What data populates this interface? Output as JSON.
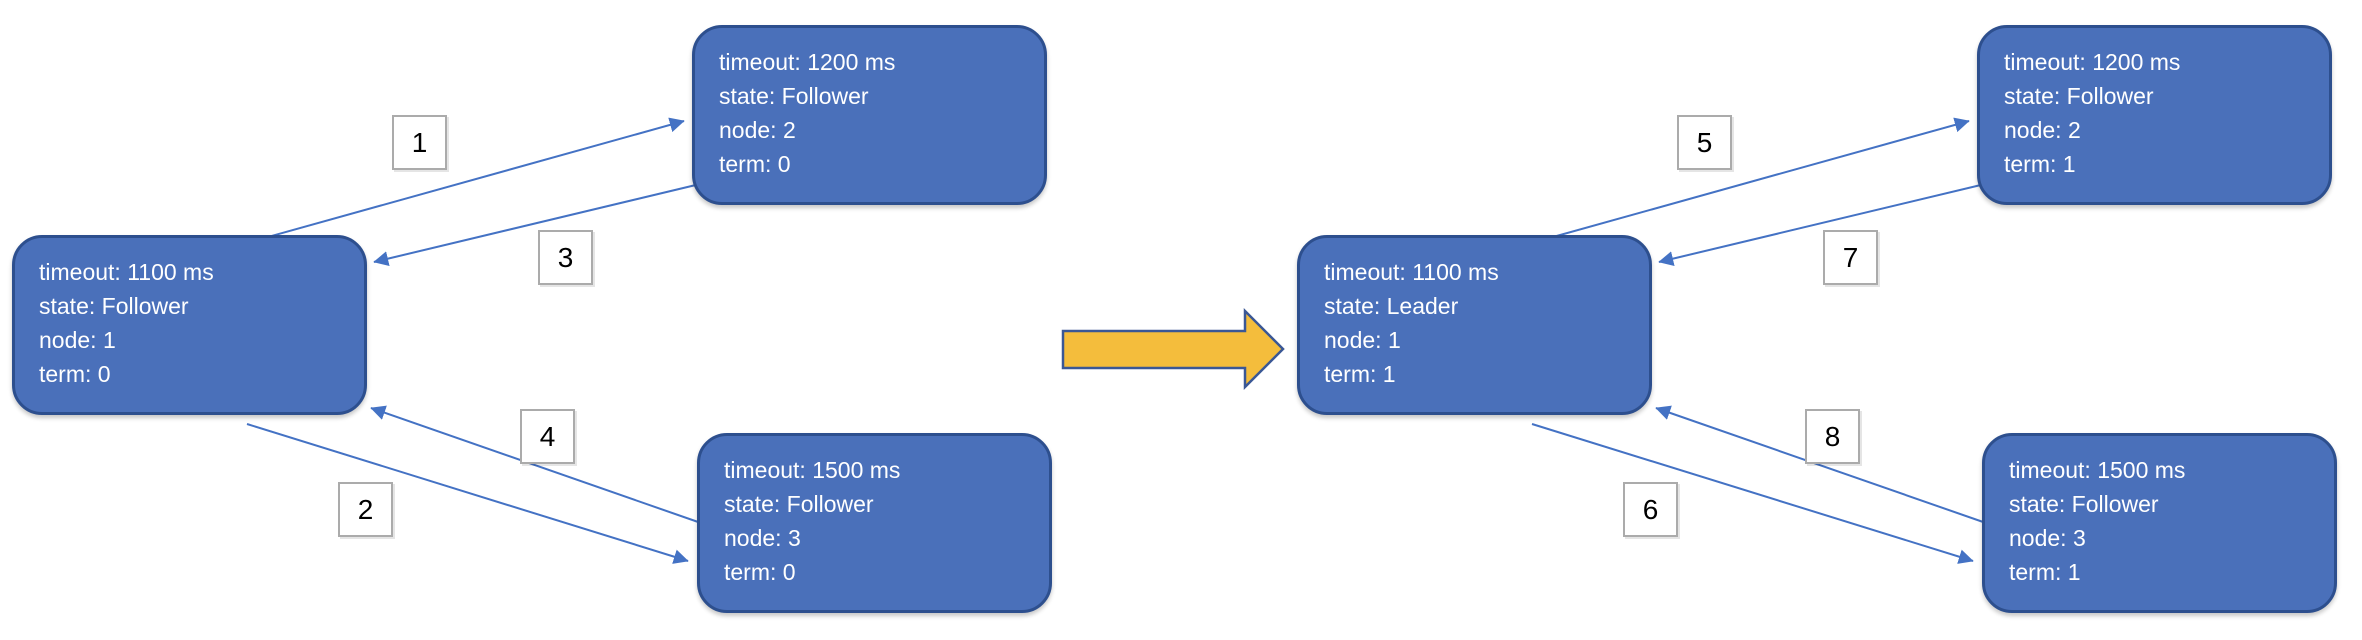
{
  "diagram": {
    "name": "raft-leader-election-before-after",
    "colors": {
      "node_fill": "#4a70ba",
      "node_border": "#2d4f8e",
      "node_text": "#ffffff",
      "connector": "#4472c4",
      "transition_arrow_fill": "#f4bd3c",
      "transition_arrow_border": "#3a5795",
      "label_background": "#ffffff",
      "label_border": "#ababab",
      "label_text": "#000000"
    },
    "before": {
      "node2": {
        "timeout": "timeout: 1200 ms",
        "state": "state: Follower",
        "node": "node: 2",
        "term": "term: 0"
      },
      "node1": {
        "timeout": "timeout: 1100 ms",
        "state": "state: Follower",
        "node": "node: 1",
        "term": "term: 0"
      },
      "node3": {
        "timeout": "timeout: 1500 ms",
        "state": "state: Follower",
        "node": "node: 3",
        "term": "term: 0"
      },
      "labels": {
        "l1": "1",
        "l2": "2",
        "l3": "3",
        "l4": "4"
      }
    },
    "after": {
      "node2": {
        "timeout": "timeout: 1200 ms",
        "state": "state: Follower",
        "node": "node: 2",
        "term": "term: 1"
      },
      "node1": {
        "timeout": "timeout: 1100 ms",
        "state": "state: Leader",
        "node": "node: 1",
        "term": "term: 1"
      },
      "node3": {
        "timeout": "timeout: 1500 ms",
        "state": "state: Follower",
        "node": "node: 3",
        "term": "term: 1"
      },
      "labels": {
        "l5": "5",
        "l6": "6",
        "l7": "7",
        "l8": "8"
      }
    }
  }
}
